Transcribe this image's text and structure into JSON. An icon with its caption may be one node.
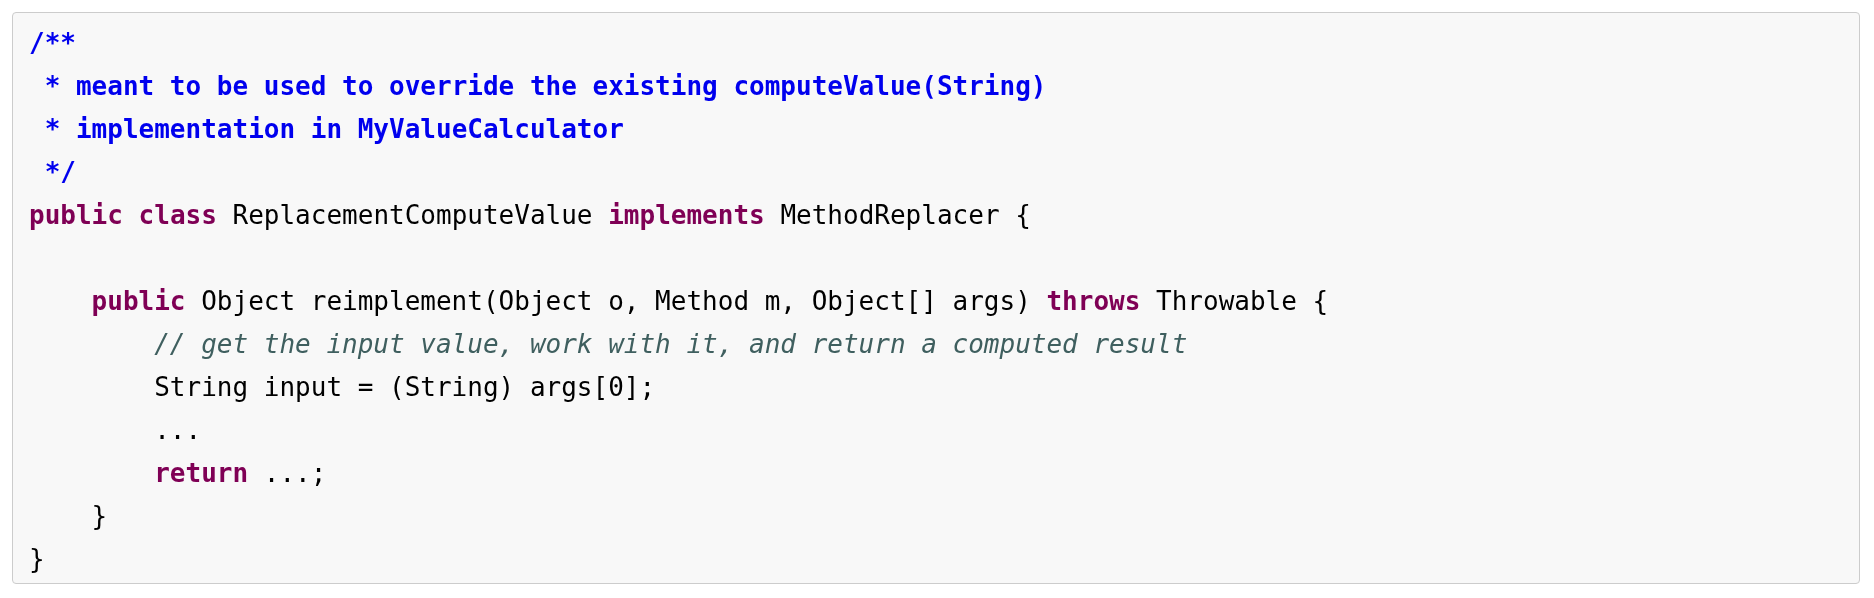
{
  "diagram": {
    "labels": [
      "/**",
      "* meant to be used to override the existing computeValue(String)",
      "* implementation in MyValueCalculator",
      "*/",
      "**public class** ReplacementComputeValue **implements** MethodReplacer {",
      "**public** Object reimplement(Object o, Method m, Object[] args) **throws** Throwable {",
      "// get the input value, work with it, and return a computed result",
      "String input = (String) args[0];",
      "...",
      "**return** ...;",
      "}",
      "}"
    ]
  }
}
